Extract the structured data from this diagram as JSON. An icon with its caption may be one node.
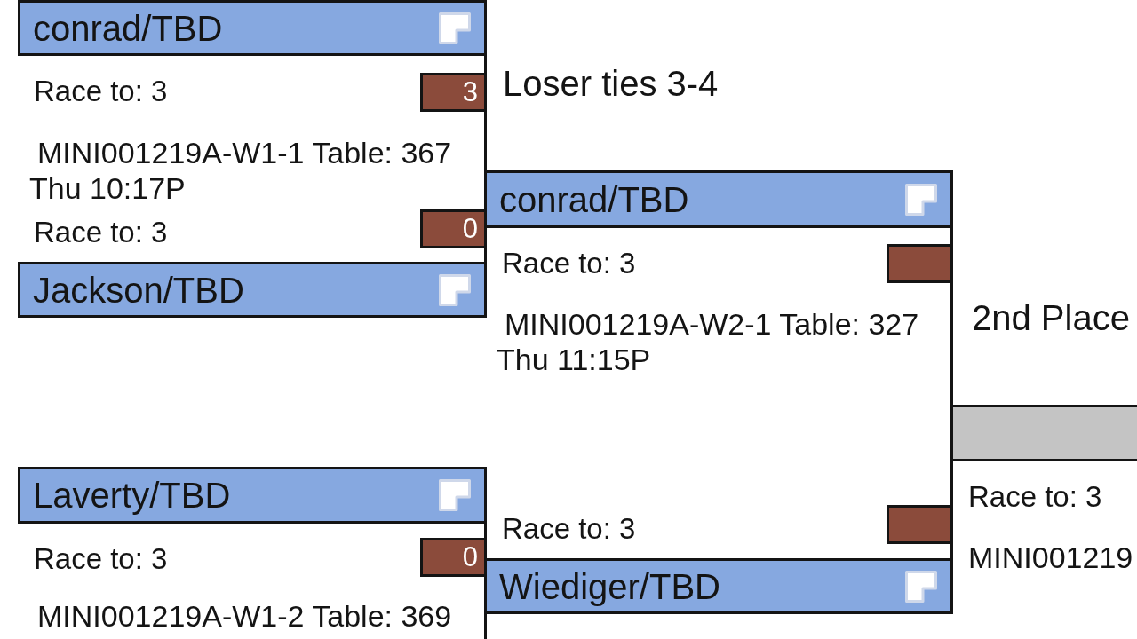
{
  "diagram": {
    "nodes": [
      {
        "text": [
          "conrad/TBD"
        ],
        "beside": [
          "Race to: 3"
        ]
      },
      {
        "text": [
          "3"
        ]
      },
      {
        "text": [
          "0"
        ]
      },
      {
        "text": [
          "Jackson/TBD"
        ],
        "beside": [
          "Race to: 3"
        ]
      },
      {
        "text": [
          "Laverty/TBD"
        ],
        "beside": [
          "Race to: 3"
        ]
      },
      {
        "text": [
          "0"
        ]
      },
      {
        "text": [
          "conrad/TBD"
        ],
        "beside": [
          "Race to: 3"
        ]
      },
      {
        "text": [],
        "shape": "box"
      },
      {
        "text": [],
        "shape": "box"
      },
      {
        "text": [
          "Wiediger/TBD"
        ],
        "beside": [
          "Race to: 3"
        ]
      },
      {
        "text": [],
        "shape": "bar",
        "beside": [
          "Race to: 3"
        ]
      }
    ],
    "edges": [
      {
        "from": 0,
        "to": 6,
        "arrow": "none"
      },
      {
        "from": 3,
        "to": 6,
        "arrow": "none"
      },
      {
        "from": 4,
        "to": 9,
        "arrow": "none"
      },
      {
        "from": null,
        "to": 9,
        "arrow": "none"
      },
      {
        "from": 6,
        "to": 10,
        "arrow": "none"
      },
      {
        "from": 9,
        "to": 10,
        "arrow": "none"
      }
    ],
    "labels": [
      "Loser ties 3-4",
      "MINI001219A-W1-1 Table: 367 Thu 10:17P",
      "MINI001219A-W2-1 Table: 327 Thu 11:15P",
      "2nd Place",
      "MINI001219",
      "MINI001219A-W1-2 Table: 369"
    ]
  }
}
